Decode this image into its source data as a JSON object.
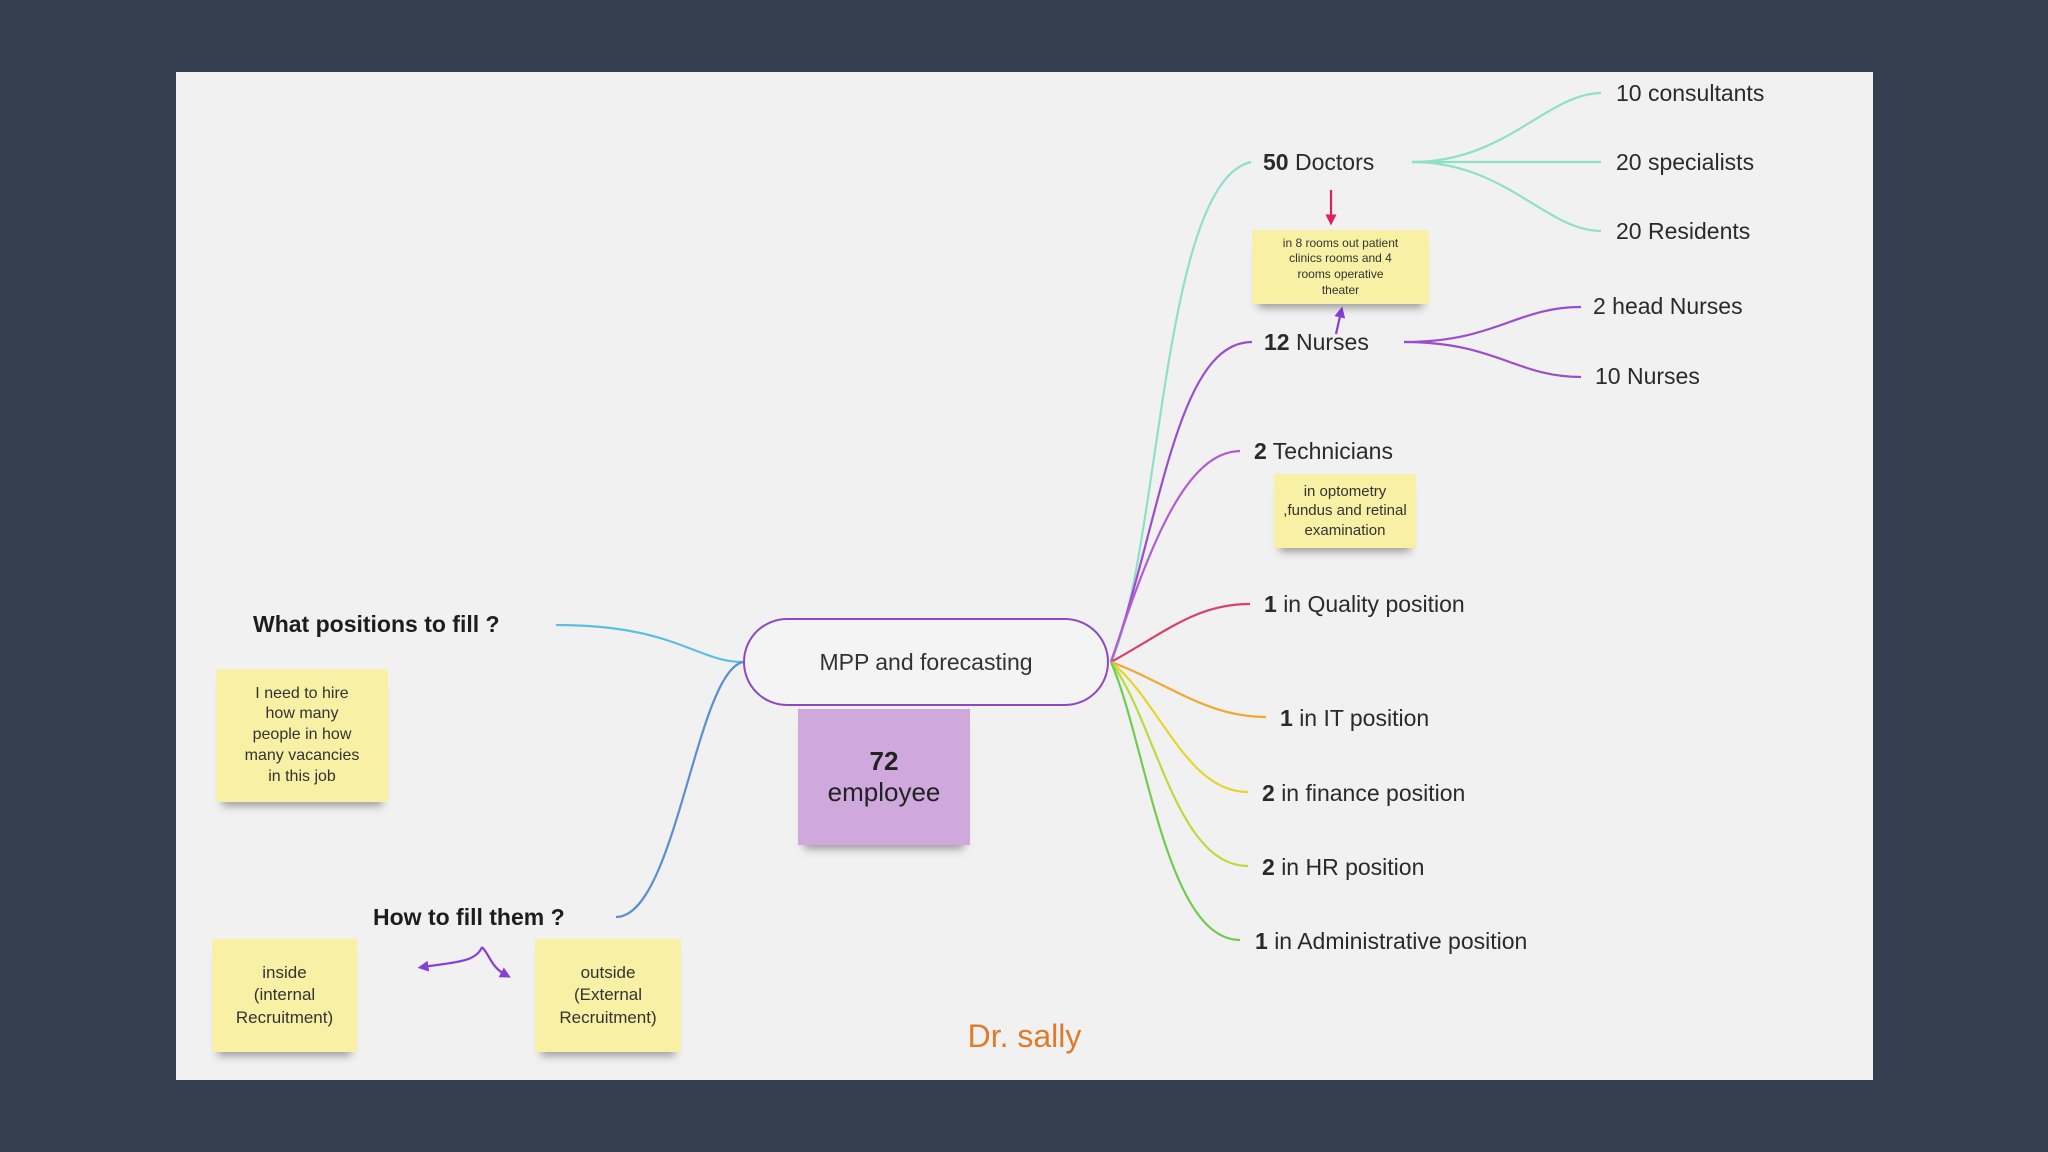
{
  "center": {
    "title": "MPP and forecasting",
    "total_count": "72",
    "total_label": "employee"
  },
  "questions": {
    "what": "What positions to fill ?",
    "how": "How to fill them ?"
  },
  "notes": {
    "hire": "I need to hire\nhow many\npeople in how\nmany vacancies\nin this job",
    "inside": "inside\n(internal\nRecruitment)",
    "outside": "outside\n(External\nRecruitment)",
    "doctors_rooms": "in 8 rooms  out patient\nclinics rooms and 4\nrooms  operative\ntheater",
    "technicians": "in optometry\n,fundus and retinal\nexamination"
  },
  "branches": {
    "doctors": {
      "count": "50",
      "label": "Doctors"
    },
    "nurses": {
      "count": "12",
      "label": "Nurses"
    },
    "technicians": {
      "count": "2",
      "label": "Technicians"
    },
    "quality": {
      "count": "1",
      "label": "in Quality position"
    },
    "it": {
      "count": "1",
      "label": "in IT position"
    },
    "finance": {
      "count": "2",
      "label": " in finance position"
    },
    "hr": {
      "count": "2",
      "label": "in HR position"
    },
    "admin": {
      "count": "1",
      "label": "in Administrative position"
    }
  },
  "sub_branches": {
    "consultants": "10 consultants",
    "specialists": "20 specialists",
    "residents": "20 Residents",
    "head_nurses": "2 head Nurses",
    "nurses": "10 Nurses"
  },
  "footer": "Dr. sally",
  "colors": {
    "background": "#344050",
    "slide": "#f1f1f1",
    "center_border": "#8e48c2",
    "employee_note": "#cfa8dc",
    "sticky_note": "#f8f0a4",
    "footer_text": "#e07b2a",
    "doctors_line": "#8fe0c8",
    "nurses_line": "#9b4dd0",
    "technicians_line": "#b45cd6",
    "quality_line": "#d94070",
    "it_line": "#f0a830",
    "finance_line": "#e8d430",
    "hr_line": "#b8dc40",
    "admin_line": "#70cc50",
    "what_line": "#5bbfe2",
    "how_line": "#5a8fd0",
    "arrow_red": "#e0205a",
    "arrow_purple": "#8a3ed8"
  }
}
